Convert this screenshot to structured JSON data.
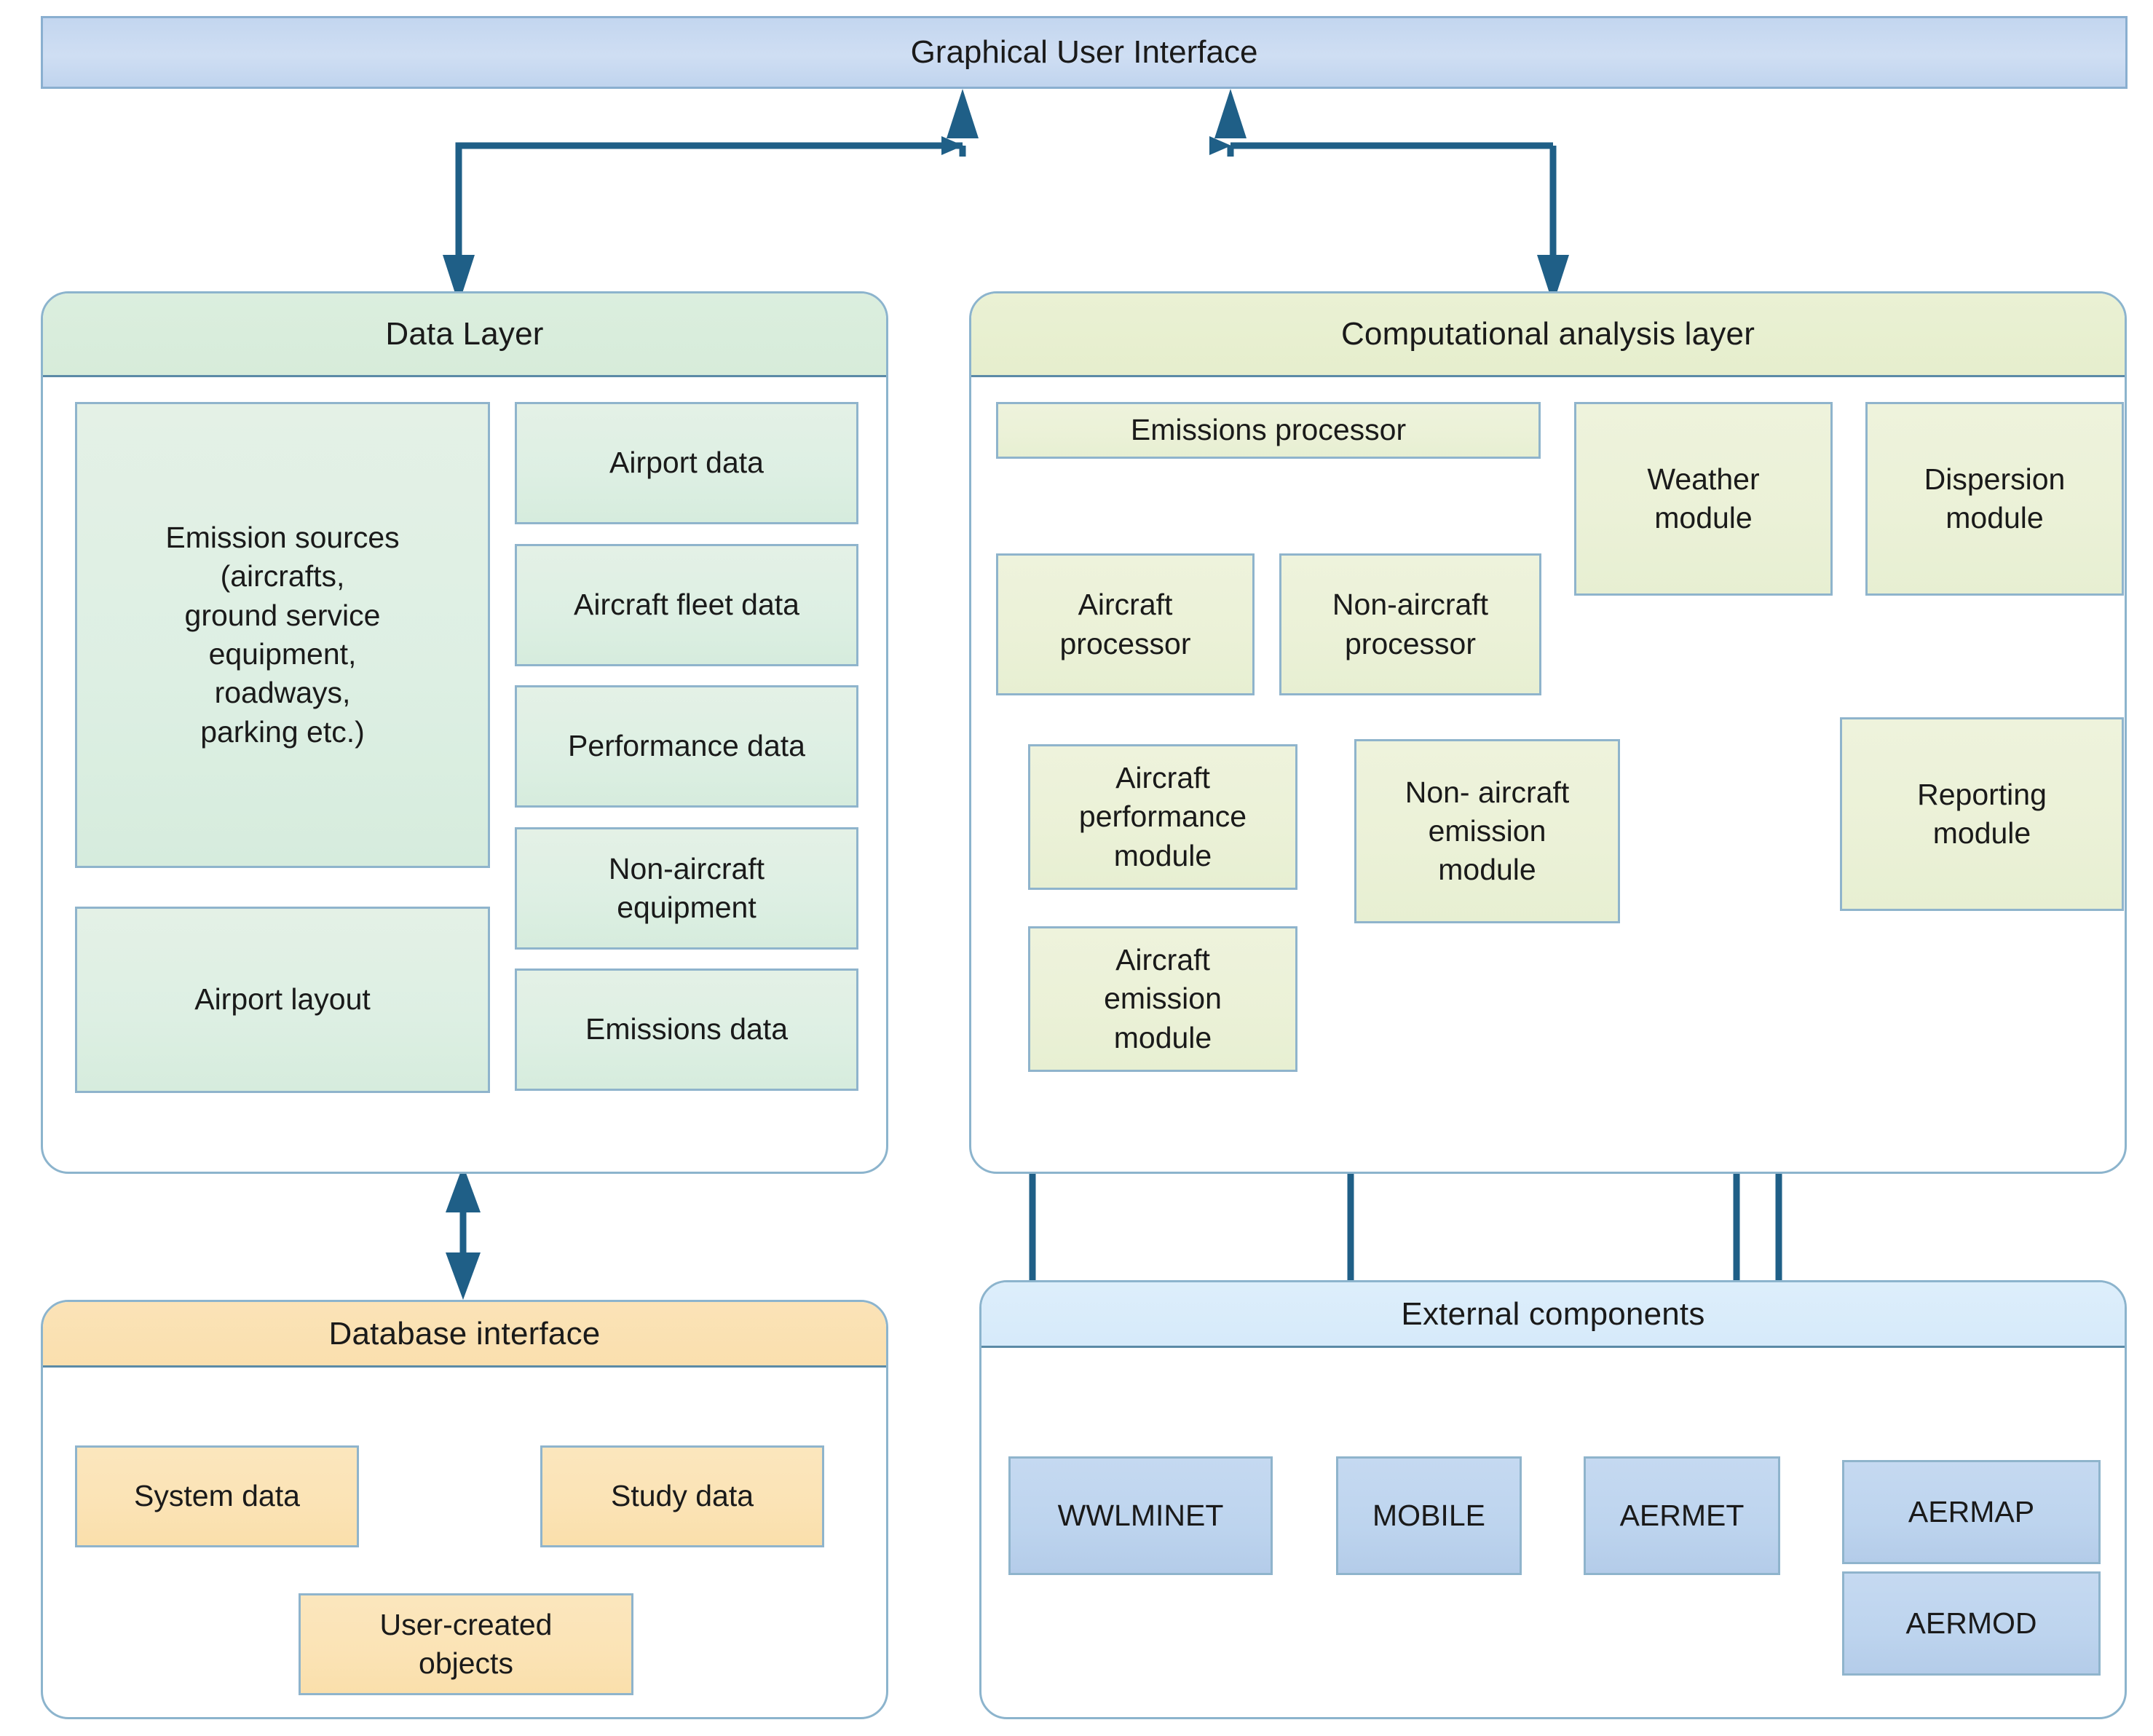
{
  "diagram": {
    "title": "Graphical User Interface",
    "accent_line": "#1f5f87",
    "panel_border": "#8cb4cd"
  },
  "gui": {
    "label": "Graphical User Interface"
  },
  "data_layer": {
    "header": "Data Layer",
    "left_boxes": [
      {
        "label": "Emission sources\n(aircrafts,\nground service\nequipment,\nroadways,\nparking etc.)"
      },
      {
        "label": "Airport layout"
      }
    ],
    "right_boxes": [
      {
        "label": "Airport data"
      },
      {
        "label": "Aircraft fleet data"
      },
      {
        "label": "Performance data"
      },
      {
        "label": "Non-aircraft\nequipment"
      },
      {
        "label": "Emissions data"
      }
    ]
  },
  "computational_layer": {
    "header": "Computational analysis layer",
    "boxes": [
      {
        "label": "Emissions processor"
      },
      {
        "label": "Aircraft\nprocessor"
      },
      {
        "label": "Non-aircraft\nprocessor"
      },
      {
        "label": "Aircraft\nperformance\nmodule"
      },
      {
        "label": "Non- aircraft\nemission\nmodule"
      },
      {
        "label": "Aircraft\nemission\nmodule"
      },
      {
        "label": "Weather\nmodule"
      },
      {
        "label": "Dispersion\nmodule"
      },
      {
        "label": "Reporting\nmodule"
      }
    ]
  },
  "database_interface": {
    "header": "Database interface",
    "boxes": [
      {
        "label": "System data"
      },
      {
        "label": "Study data"
      },
      {
        "label": "User-created\nobjects"
      }
    ]
  },
  "external_components": {
    "header": "External components",
    "boxes": [
      {
        "label": "WWLMINET"
      },
      {
        "label": "MOBILE"
      },
      {
        "label": "AERMET"
      },
      {
        "label": "AERMAP"
      },
      {
        "label": "AERMOD"
      }
    ]
  }
}
